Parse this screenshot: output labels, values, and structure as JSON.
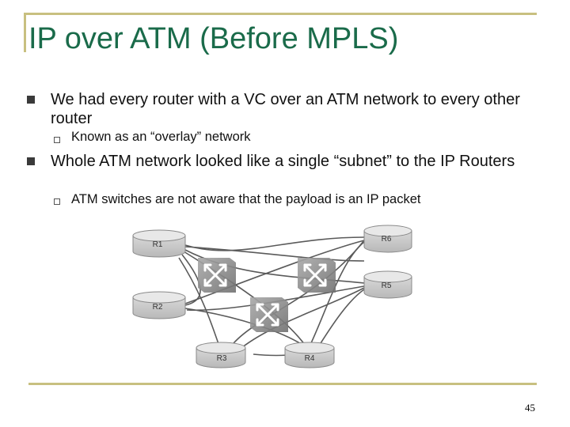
{
  "slide": {
    "title": "IP over ATM (Before MPLS)",
    "page_number": "45",
    "bullets": [
      {
        "text": "We had every router with a VC over an ATM network to every other router",
        "sub": "Known as an “overlay” network"
      },
      {
        "text": "Whole ATM network looked like a single “subnet” to the IP Routers",
        "sub": "ATM switches are not aware that the payload is an IP packet"
      }
    ]
  },
  "diagram": {
    "routers": [
      "R1",
      "R6",
      "R5",
      "R2",
      "R3",
      "R4"
    ],
    "switch_icon": "atm-switch-icon",
    "router_icon": "router-cylinder-icon"
  }
}
